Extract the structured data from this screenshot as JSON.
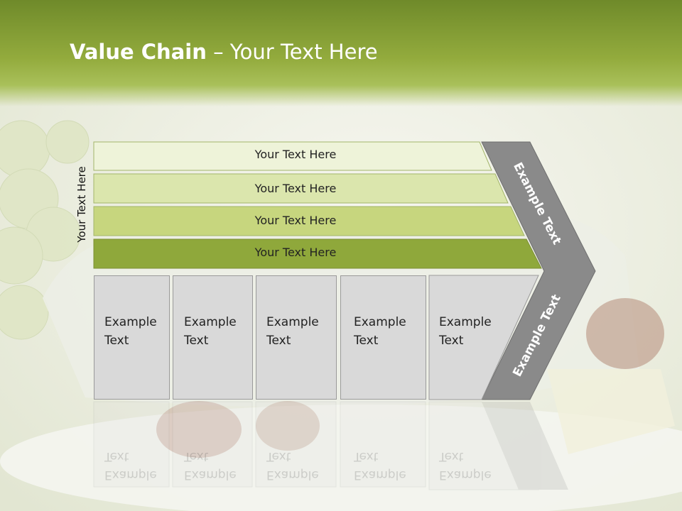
{
  "title": {
    "bold": "Value Chain",
    "rest": " – Your Text Here"
  },
  "side_label": "Your Text Here",
  "bars": [
    {
      "label": "Your Text Here"
    },
    {
      "label": "Your Text Here"
    },
    {
      "label": "Your Text Here"
    },
    {
      "label": "Your Text Here"
    }
  ],
  "columns": [
    {
      "line1": "Example",
      "line2": "Text"
    },
    {
      "line1": "Example",
      "line2": "Text"
    },
    {
      "line1": "Example",
      "line2": "Text"
    },
    {
      "line1": "Example",
      "line2": "Text"
    },
    {
      "line1": "Example",
      "line2": "Text"
    }
  ],
  "arrow": {
    "top_label": "Example Text",
    "bottom_label": "Example Text"
  },
  "colors": {
    "header": "#8aa534",
    "bar1": "#eef3d9",
    "bar2": "#dbe6ad",
    "bar3": "#c7d67e",
    "bar4": "#8fa83b",
    "column": "#d9d9d9",
    "chevron": "#8a8a8a"
  }
}
